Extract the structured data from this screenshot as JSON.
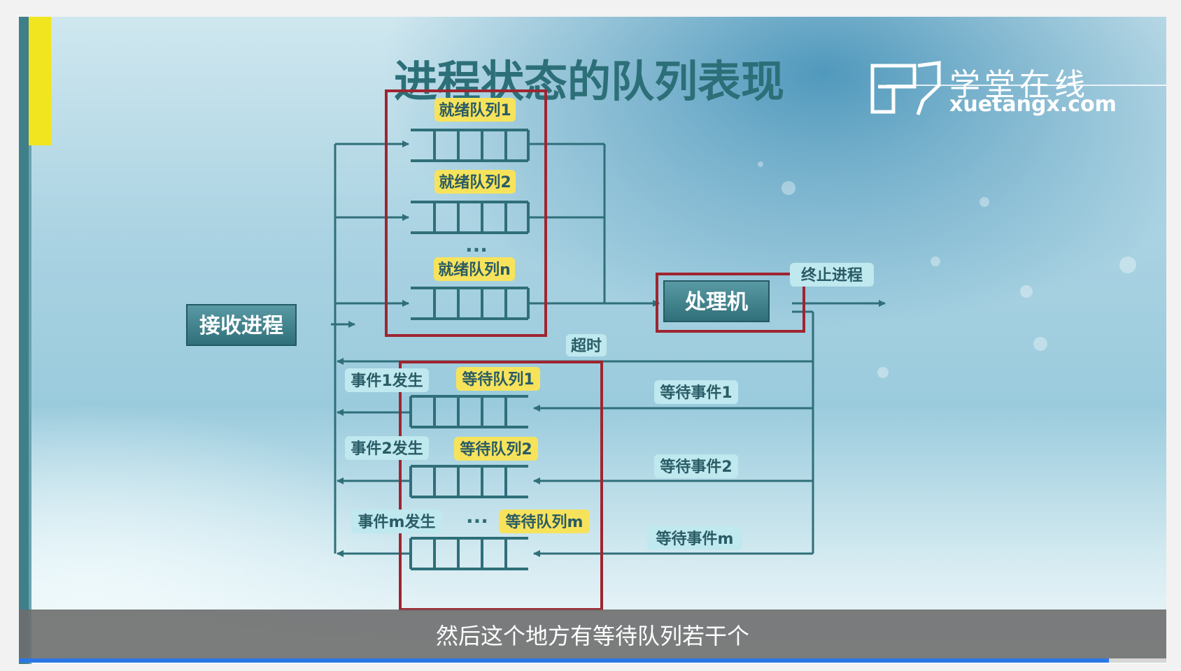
{
  "slide": {
    "title": "进程状态的队列表现",
    "logo": {
      "cn": "学堂在线",
      "en": "xuetangx.com"
    }
  },
  "diagram": {
    "receive": "接收进程",
    "cpu": "处理机",
    "terminate": "终止进程",
    "timeout": "超时",
    "ellipsis": "...",
    "ready_queues": [
      "就绪队列1",
      "就绪队列2",
      "就绪队列n"
    ],
    "wait_queues": [
      "等待队列1",
      "等待队列2",
      "等待队列m"
    ],
    "events_occurred": [
      "事件1发生",
      "事件2发生",
      "事件m发生"
    ],
    "wait_events": [
      "等待事件1",
      "等待事件2",
      "等待事件m"
    ]
  },
  "player": {
    "subtitle": "然后这个地方有等待队列若干个",
    "progress": 0.95
  },
  "colors": {
    "highlight_border": "#9e2530",
    "accent_dark": "#2f6f79",
    "label_yellow": "#f7e35b",
    "label_cyan": "#bfe8ef",
    "progress": "#2b76e5"
  }
}
